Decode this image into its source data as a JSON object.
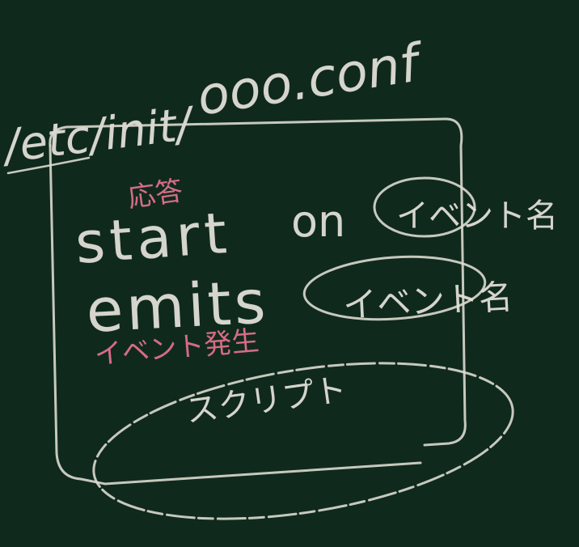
{
  "path_label": "/etc/init/",
  "file_label": "ooo.conf",
  "response_label": "応答",
  "start_keyword": "start",
  "on_keyword": "on",
  "start_event_label": "イベント名",
  "emits_keyword": "emits",
  "emits_event_label": "イベント名",
  "event_occurrence_label": "イベント発生",
  "script_label": "スクリプト",
  "colors": {
    "background": "#0f2a1c",
    "chalk_white": "#e6e3dc",
    "chalk_pink": "#e0708c"
  }
}
